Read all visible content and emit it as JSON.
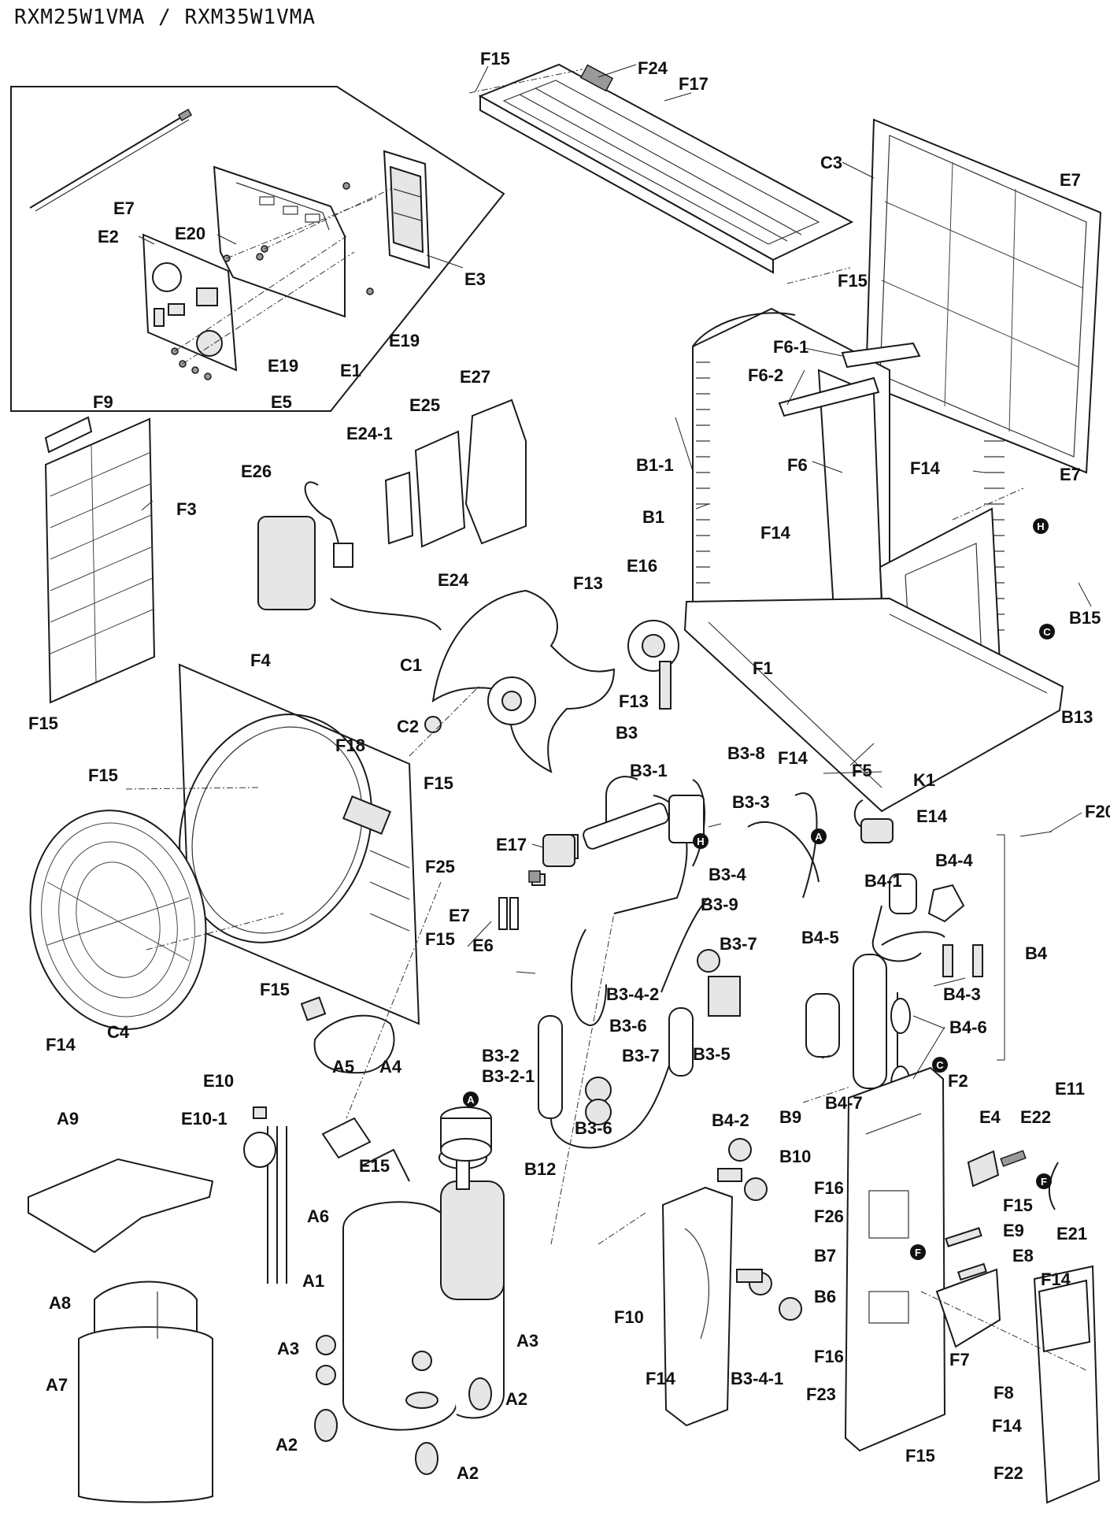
{
  "title": "RXM25W1VMA / RXM35W1VMA",
  "labels": {
    "F15_top": "F15",
    "F24": "F24",
    "F17": "F17",
    "C3": "C3",
    "E7_tr": "E7",
    "E7_box": "E7",
    "E2": "E2",
    "E20": "E20",
    "E3": "E3",
    "E19_a": "E19",
    "E19_b": "E19",
    "E1": "E1",
    "E5": "E5",
    "F15_mid": "F15",
    "F6_1": "F6-1",
    "F6_2": "F6-2",
    "F6": "F6",
    "F14_r": "F14",
    "E7_r": "E7",
    "B1_1": "B1-1",
    "B1": "B1",
    "B15": "B15",
    "F14_c": "F14",
    "F9": "F9",
    "F3": "F3",
    "E26": "E26",
    "E24_1": "E24-1",
    "E25": "E25",
    "E27": "E27",
    "E24": "E24",
    "F15_l": "F15",
    "F4": "F4",
    "C1": "C1",
    "E16": "E16",
    "F13_a": "F13",
    "F13_b": "F13",
    "F1": "F1",
    "B13": "B13",
    "F14_m": "F14",
    "F5": "F5",
    "K1": "K1",
    "F20": "F20",
    "C2": "C2",
    "B3": "B3",
    "B3_1": "B3-1",
    "B3_8": "B3-8",
    "F15_fl": "F15",
    "F18": "F18",
    "F15_fr": "F15",
    "B3_3": "B3-3",
    "E14": "E14",
    "E17": "E17",
    "F25": "F25",
    "B3_4": "B3-4",
    "B4_1": "B4-1",
    "B4_4": "B4-4",
    "E7_m": "E7",
    "E6": "E6",
    "B3_9": "B3-9",
    "B3_7a": "B3-7",
    "B4_5": "B4-5",
    "B4": "B4",
    "F15_fb": "F15",
    "F15_fb2": "F15",
    "B4_3": "B4-3",
    "B3_4_2": "B3-4-2",
    "F14_bl": "F14",
    "C4": "C4",
    "B3_6a": "B3-6",
    "B3_7b": "B3-7",
    "B3_2": "B3-2",
    "B3_2_1": "B3-2-1",
    "B3_5": "B3-5",
    "B4_6": "B4-6",
    "B3_6b": "B3-6",
    "B4_7": "B4-7",
    "E10": "E10",
    "A5": "A5",
    "A4": "A4",
    "E10_1": "E10-1",
    "A9": "A9",
    "B12": "B12",
    "E15": "E15",
    "A6": "A6",
    "B4_2": "B4-2",
    "B9": "B9",
    "B10": "B10",
    "F16_a": "F16",
    "F26": "F26",
    "F2": "F2",
    "E4": "E4",
    "E22": "E22",
    "E11": "E11",
    "E21": "E21",
    "F15_r2": "F15",
    "E9": "E9",
    "E8": "E8",
    "F14_r2": "F14",
    "B7": "B7",
    "B6": "B6",
    "F16_b": "F16",
    "F10": "F10",
    "F14_b": "F14",
    "B3_4_1": "B3-4-1",
    "F23": "F23",
    "F7": "F7",
    "F8": "F8",
    "F14_br": "F14",
    "F15_br": "F15",
    "F22": "F22",
    "A8": "A8",
    "A1": "A1",
    "A3_a": "A3",
    "A3_b": "A3",
    "A2_a": "A2",
    "A2_b": "A2",
    "A2_c": "A2",
    "A7": "A7"
  },
  "markers": {
    "A_top": "A",
    "A_comp": "A",
    "H_right": "H",
    "H_mid": "H",
    "C_right": "C",
    "C_mid": "C",
    "F_a": "F",
    "F_b": "F"
  }
}
